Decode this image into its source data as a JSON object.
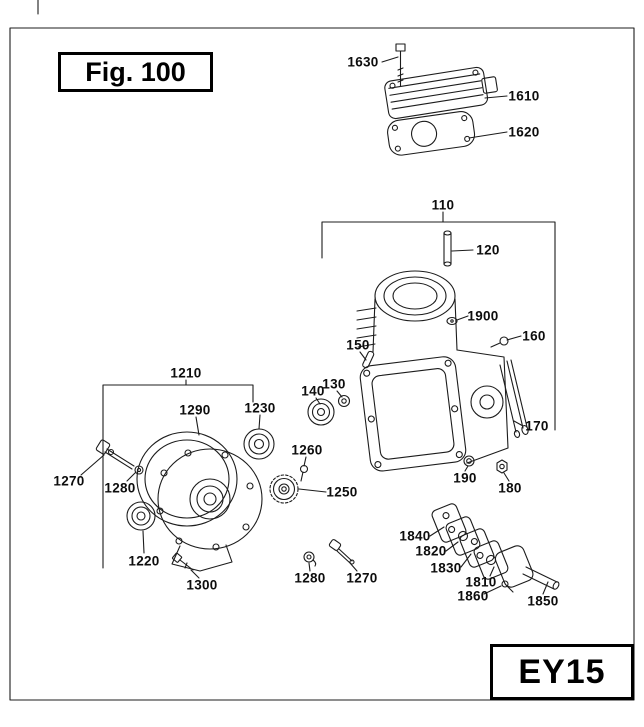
{
  "figure": {
    "label": "Fig. 100",
    "model": "EY15"
  },
  "parts": [
    {
      "number": "1630"
    },
    {
      "number": "1610"
    },
    {
      "number": "1620"
    },
    {
      "number": "110"
    },
    {
      "number": "120"
    },
    {
      "number": "1900"
    },
    {
      "number": "160"
    },
    {
      "number": "150"
    },
    {
      "number": "130"
    },
    {
      "number": "140"
    },
    {
      "number": "170"
    },
    {
      "number": "1210"
    },
    {
      "number": "1290"
    },
    {
      "number": "1230"
    },
    {
      "number": "1260"
    },
    {
      "number": "1250"
    },
    {
      "number": "1270"
    },
    {
      "number": "1280"
    },
    {
      "number": "1220"
    },
    {
      "number": "1300"
    },
    {
      "number": "1280"
    },
    {
      "number": "1270"
    },
    {
      "number": "190"
    },
    {
      "number": "180"
    },
    {
      "number": "1840"
    },
    {
      "number": "1820"
    },
    {
      "number": "1830"
    },
    {
      "number": "1810"
    },
    {
      "number": "1860"
    },
    {
      "number": "1850"
    }
  ]
}
